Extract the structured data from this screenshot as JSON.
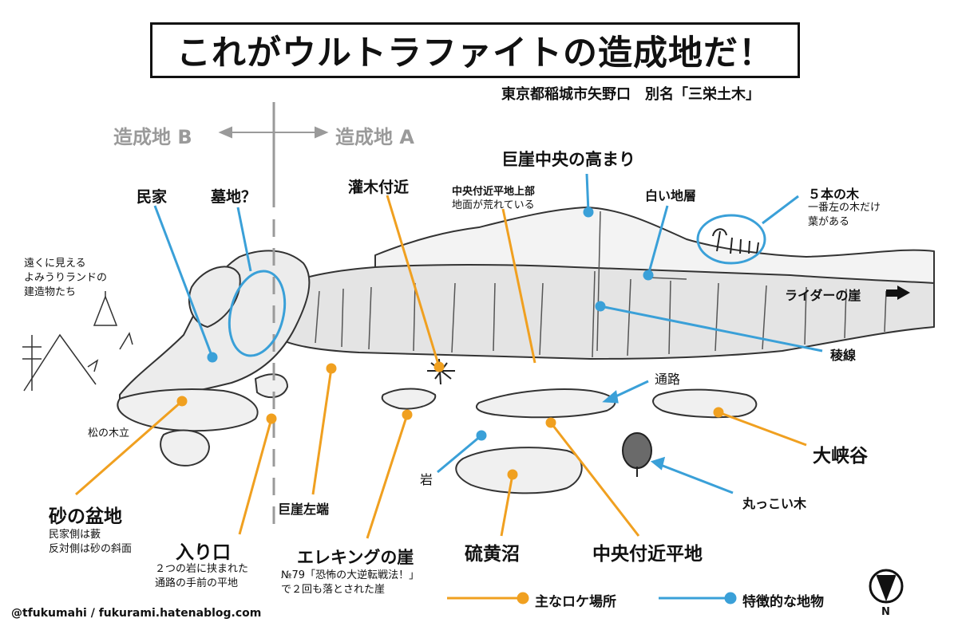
{
  "title": "これがウルトラファイトの造成地だ！",
  "subtitle": "東京都稲城市矢野口　別名「三栄土木」",
  "zones": {
    "b": "造成地 B",
    "a": "造成地 A"
  },
  "labels": {
    "minka": "民家",
    "bochi": "墓地？",
    "kanboku": "灌木付近",
    "chuo_jobu_title": "中央付近平地上部",
    "chuo_jobu_note": "地面が荒れている",
    "kyogai_takamari": "巨崖中央の高まり",
    "shiroi_chiso": "白い地層",
    "gohon_title": "５本の木",
    "gohon_note": "一番左の木だけ\n葉がある",
    "yomiuri": "遠くに見える\nよみうりランドの\n建造物たち",
    "rider": "ライダーの崖",
    "ryosen": "稜線",
    "tsuro": "通路",
    "daikyokoku": "大峡谷",
    "matsu": "松の木立",
    "iwa": "岩",
    "marukkoi": "丸っこい木",
    "kyogai_satan": "巨崖左端",
    "suna_title": "砂の盆地",
    "suna_note": "民家側は藪\n反対側は砂の斜面",
    "iriguchi_title": "入り口",
    "iriguchi_note": "２つの岩に挟まれた\n通路の手前の平地",
    "ereking_title": "エレキングの崖",
    "ereking_note": "№79「恐怖の大逆転戦法！」\nで２回も落とされた崖",
    "iou": "硫黄沼",
    "chuo_heichi": "中央付近平地"
  },
  "legend": {
    "main": "主なロケ場所",
    "feature": "特徴的な地物"
  },
  "compass": "N",
  "credit": "@tfukumahi / fukurami.hatenablog.com",
  "colors": {
    "orange": "#f0a020",
    "blue": "#3aa0d8",
    "gray": "#9a9a9a"
  }
}
